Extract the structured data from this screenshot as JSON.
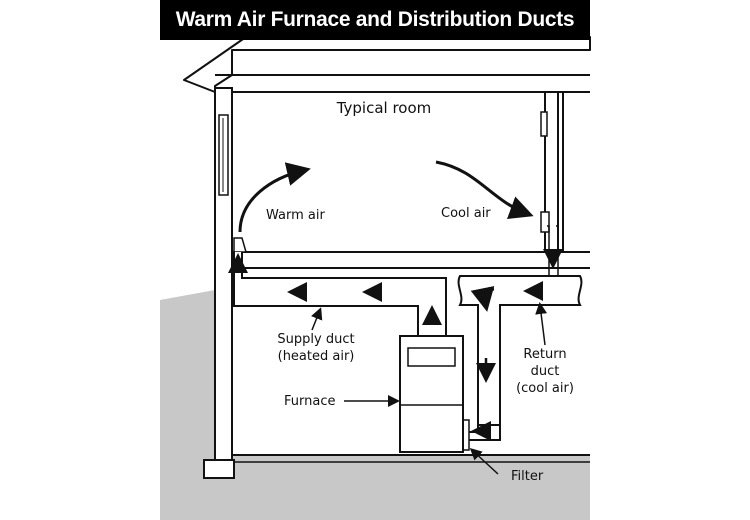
{
  "title": "Warm Air Furnace and Distribution Ducts",
  "labels": {
    "room": "Typical room",
    "warm_air": "Warm air",
    "cool_air": "Cool air",
    "supply_duct_line1": "Supply duct",
    "supply_duct_line2": "(heated air)",
    "return_line1": "Return",
    "return_line2": "duct",
    "return_line3": "(cool air)",
    "furnace": "Furnace",
    "filter": "Filter"
  },
  "colors": {
    "frame": "#000000",
    "ground": "#c8c8c8",
    "line": "#111111",
    "background": "#ffffff"
  }
}
